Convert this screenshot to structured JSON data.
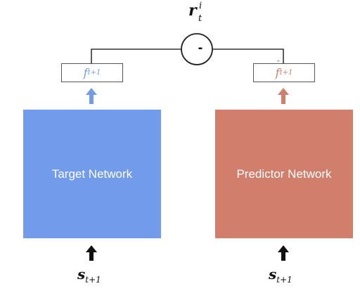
{
  "reward": {
    "base": "r",
    "superscript": "i",
    "subscript": "t"
  },
  "operator": {
    "symbol": "-"
  },
  "target_feature": {
    "base": "f",
    "subscript": "t+1",
    "color": "#739beb"
  },
  "predictor_feature": {
    "base": "f",
    "subscript": "t+1",
    "color": "#d17f6c"
  },
  "target_network": {
    "label": "Target Network",
    "color": "#739beb"
  },
  "predictor_network": {
    "label": "Predictor Network",
    "color": "#d17f6c"
  },
  "input_left": {
    "base": "s",
    "subscript": "t+1"
  },
  "input_right": {
    "base": "s",
    "subscript": "t+1"
  }
}
